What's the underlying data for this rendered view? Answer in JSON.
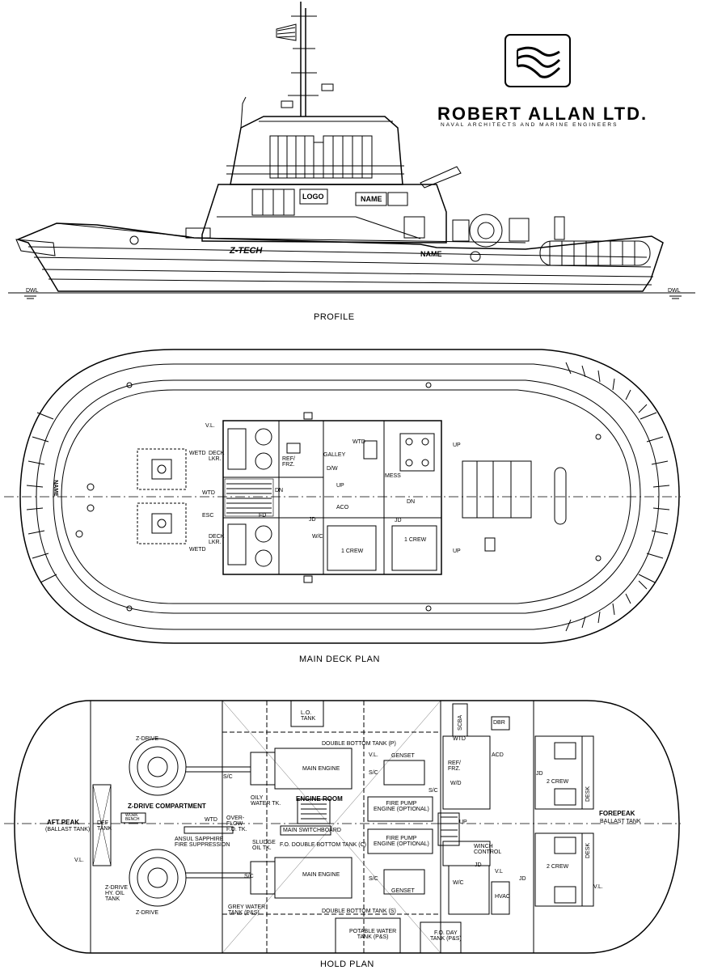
{
  "company": {
    "name": "ROBERT ALLAN LTD.",
    "subtitle": "NAVAL ARCHITECTS AND MARINE ENGINEERS"
  },
  "views": {
    "profile": "PROFILE",
    "main_deck": "MAIN  DECK  PLAN",
    "hold": "HOLD  PLAN"
  },
  "profile": {
    "logo": "LOGO",
    "name1": "NAME",
    "name2": "NAME",
    "brand": "Z-TECH",
    "dwl_left": "DWL",
    "dwl_right": "DWL"
  },
  "main_deck": {
    "vl": "V.L.",
    "wetd1": "WETD",
    "deck_lkr1": "DECK\nLKR.",
    "wtd1": "WTD",
    "esc": "ESC",
    "deck_lkr2": "DECK\nLKR.",
    "wetd2": "WETD",
    "galley": "GALLEY",
    "ref_frz": "REF/\nFRZ.",
    "dw": "D/W",
    "wtd_top": "WTD",
    "mess": "MESS",
    "dn1": "DN",
    "up1": "UP",
    "dn2": "DN",
    "up2": "UP",
    "fd": "FD",
    "jd1": "JD",
    "aco": "ACO",
    "wc": "W/C",
    "jd2": "JD",
    "crew1": "1 CREW",
    "crew2": "1 CREW",
    "up_top": "UP",
    "up_bot": "UP",
    "name": "NAME"
  },
  "hold": {
    "aft_peak": "AFT PEAK",
    "aft_peak_sub": "(BALLAST TANK)",
    "z_drive_1": "Z-DRIVE",
    "z_drive_2": "Z-DRIVE",
    "z_drive_comp": "Z-DRIVE  COMPARTMENT",
    "def_tank": "DEF\nTANK",
    "work_bench": "WORK\nBENCH",
    "wtd": "WTD",
    "vl_left": "V.L.",
    "ansul": "ANSUL SAPPHIRE\nFIRE SUPPRESSION",
    "z_drive_hy": "Z-DRIVE\nHY. OIL\nTANK",
    "sc1": "S/C",
    "overflow": "OVER-\nFLOW\nF.O. TK.",
    "oily_water": "OILY\nWATER TK.",
    "sludge": "SLUDGE\nOIL TK.",
    "sc2": "S/C",
    "grey_water": "GREY WATER\nTANK (P&S)",
    "lo_tank": "L.O.\nTANK",
    "dbl_bottom_p": "DOUBLE BOTTOM TANK (P)",
    "main_engine_1": "MAIN ENGINE",
    "main_engine_2": "MAIN ENGINE",
    "engine_room": "ENGINE ROOM",
    "main_switchboard": "MAIN SWITCHBOARD",
    "fo_dbl_bottom_c": "F.O. DOUBLE BOTTOM TANK (C)",
    "dbl_bottom_s": "DOUBLE BOTTOM TANK (S)",
    "potable": "POTABLE WATER\nTANK (P&S)",
    "fo_day": "F.O. DAY\nTANK (P&S)",
    "vl_mid": "V.L.",
    "genset_1": "GENSET",
    "genset_2": "GENSET",
    "sc3": "S/C",
    "sc4": "S/C",
    "sc5": "S/C",
    "fire_pump_1": "FIRE PUMP\nENGINE (OPTIONAL)",
    "fire_pump_2": "FIRE PUMP\nENGINE (OPTIONAL)",
    "scba": "SCBA",
    "dbr": "DBR",
    "wtd2": "WTD",
    "ref_frz": "REF/\nFRZ.",
    "acd": "ACD",
    "wd": "W/D",
    "up": "UP",
    "winch_control": "WINCH\nCONTROL",
    "jd1": "JD",
    "wc": "W/C",
    "vl_right": "V.L",
    "hvac": "HVAC",
    "jd2": "JD",
    "jd3": "JD",
    "crew_a": "2 CREW",
    "crew_b": "2 CREW",
    "desk1": "DESK",
    "desk2": "DESK",
    "forepeak": "FOREPEAK",
    "forepeak_sub": "BALLAST TANK",
    "vl_far": "V.L."
  }
}
